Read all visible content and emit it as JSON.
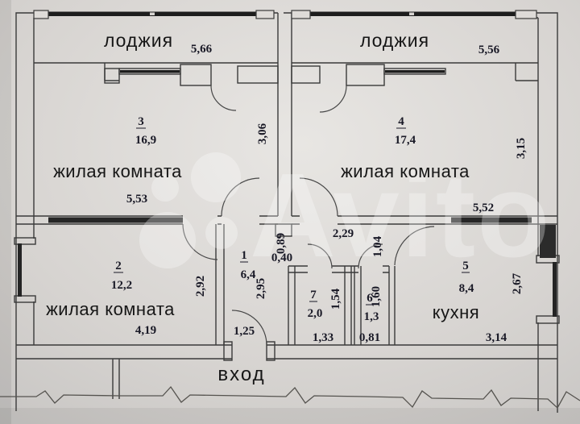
{
  "plan": {
    "loggias": [
      {
        "name": "лоджия",
        "width": "5,66"
      },
      {
        "name": "лоджия",
        "width": "5,56"
      }
    ],
    "rooms": [
      {
        "number": "3",
        "area": "16,9",
        "name": "жилая комната",
        "width": "5,53",
        "depth": "3,06"
      },
      {
        "number": "4",
        "area": "17,4",
        "name": "жилая комната",
        "width": "5,52",
        "depth": "3,15"
      },
      {
        "number": "2",
        "area": "12,2",
        "name": "жилая комната",
        "width": "4,19",
        "depth": "2,92"
      },
      {
        "number": "1",
        "area": "6,4",
        "depth": "2,95"
      },
      {
        "number": "7",
        "area": "2,0",
        "width": "1,33",
        "depth": "1,54"
      },
      {
        "number": "6",
        "area": "1,3",
        "width": "0,81",
        "depth": "1,60"
      },
      {
        "number": "5",
        "area": "8,4",
        "name": "кухня",
        "width": "3,14",
        "depth": "2,67"
      }
    ],
    "extra_dimensions": [
      "0,89",
      "0,40",
      "2,29",
      "1,04",
      "1,25"
    ],
    "entrance_label": "вход"
  },
  "watermark": {
    "brand": "Avito"
  },
  "colors": {
    "paper": "#d7d4d1",
    "line": "#3a3a3a",
    "ink": "#191926",
    "window": "#1d1d1d"
  }
}
